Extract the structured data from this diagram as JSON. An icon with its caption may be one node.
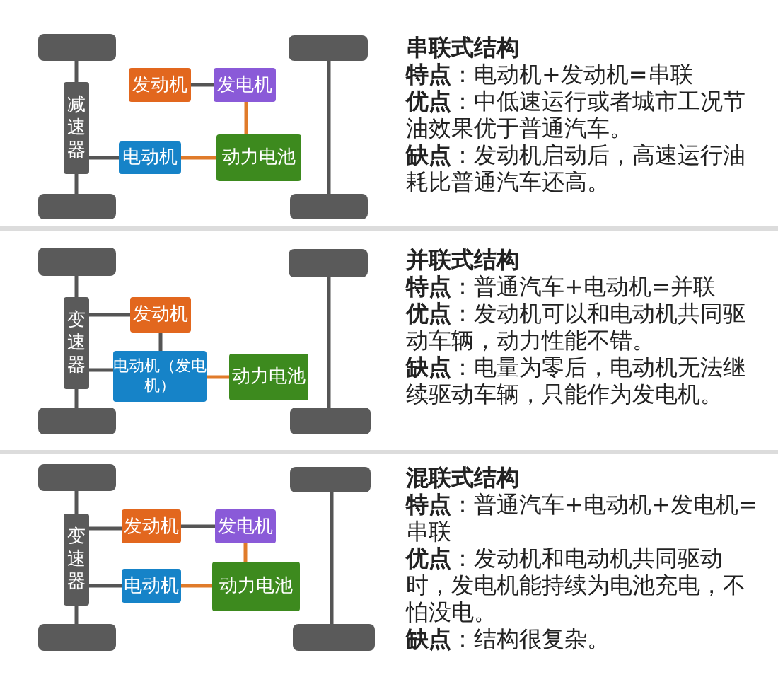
{
  "diagram": {
    "nodes": [
      {
        "text": [],
        "shape": "box"
      },
      {
        "text": [],
        "shape": "box"
      },
      {
        "text": [
          "减速器"
        ]
      },
      {
        "text": [
          "发动机"
        ]
      },
      {
        "text": [
          "发电机"
        ]
      },
      {
        "text": [
          "电动机"
        ]
      },
      {
        "text": [
          "动力电池"
        ]
      },
      {
        "text": [],
        "shape": "box"
      },
      {
        "text": [],
        "shape": "box"
      },
      {
        "text": [],
        "shape": "box"
      },
      {
        "text": [],
        "shape": "box"
      },
      {
        "text": [
          "变速器"
        ]
      },
      {
        "text": [
          "发动机"
        ]
      },
      {
        "text": [
          "电动机（发电机）"
        ]
      },
      {
        "text": [
          "动力电池"
        ]
      },
      {
        "text": [],
        "shape": "box"
      },
      {
        "text": [],
        "shape": "box"
      },
      {
        "text": [],
        "shape": "box"
      },
      {
        "text": [],
        "shape": "box"
      },
      {
        "text": [
          "变速器"
        ]
      },
      {
        "text": [
          "发动机"
        ]
      },
      {
        "text": [
          "发电机"
        ]
      },
      {
        "text": [
          "电动机"
        ]
      },
      {
        "text": [
          "动力电池"
        ]
      },
      {
        "text": [],
        "shape": "box"
      },
      {
        "text": [],
        "shape": "box"
      }
    ],
    "edges": [
      {
        "from": 0,
        "to": 2,
        "arrow": "none"
      },
      {
        "from": 2,
        "to": 7,
        "arrow": "none"
      },
      {
        "from": 1,
        "to": 8,
        "arrow": "none"
      },
      {
        "from": 3,
        "to": 4,
        "arrow": "none"
      },
      {
        "from": 4,
        "to": 6,
        "arrow": "none",
        "color": "#e07b2a"
      },
      {
        "from": 2,
        "to": 5,
        "arrow": "none"
      },
      {
        "from": 5,
        "to": 6,
        "arrow": "none",
        "color": "#e07b2a"
      },
      {
        "from": 9,
        "to": 11,
        "arrow": "none"
      },
      {
        "from": 11,
        "to": 15,
        "arrow": "none"
      },
      {
        "from": 10,
        "to": 16,
        "arrow": "none"
      },
      {
        "from": 11,
        "to": 12,
        "arrow": "none"
      },
      {
        "from": 12,
        "to": 13,
        "arrow": "none"
      },
      {
        "from": 11,
        "to": 13,
        "arrow": "none"
      },
      {
        "from": 13,
        "to": 14,
        "arrow": "none",
        "color": "#e07b2a"
      },
      {
        "from": 17,
        "to": 19,
        "arrow": "none"
      },
      {
        "from": 19,
        "to": 24,
        "arrow": "none"
      },
      {
        "from": 18,
        "to": 25,
        "arrow": "none"
      },
      {
        "from": 19,
        "to": 20,
        "arrow": "none"
      },
      {
        "from": 20,
        "to": 21,
        "arrow": "none"
      },
      {
        "from": 21,
        "to": 23,
        "arrow": "none",
        "color": "#e07b2a"
      },
      {
        "from": 19,
        "to": 22,
        "arrow": "none"
      },
      {
        "from": 22,
        "to": 23,
        "arrow": "none",
        "color": "#e07b2a"
      }
    ],
    "labels": [
      "串联式结构",
      "**特点**：电动机+发动机=串联",
      "**优点**：中低速运行或者城市工况节油效果优于普通汽车。",
      "**缺点**：发动机启动后，高速运行油耗比普通汽车还高。",
      "并联式结构",
      "**特点**：普通汽车+电动机=并联",
      "**优点**：发动机可以和电动机共同驱动车辆，动力性能不错。",
      "**缺点**：电量为零后，电动机无法继续驱动车辆，只能作为发电机。",
      "混联式结构",
      "**特点**：普通汽车+电动机+发电机=串联",
      "**优点**：发动机和电动机共同驱动时，发电机能持续为电池充电，不怕没电。",
      "**缺点**：结构很复杂。"
    ]
  }
}
